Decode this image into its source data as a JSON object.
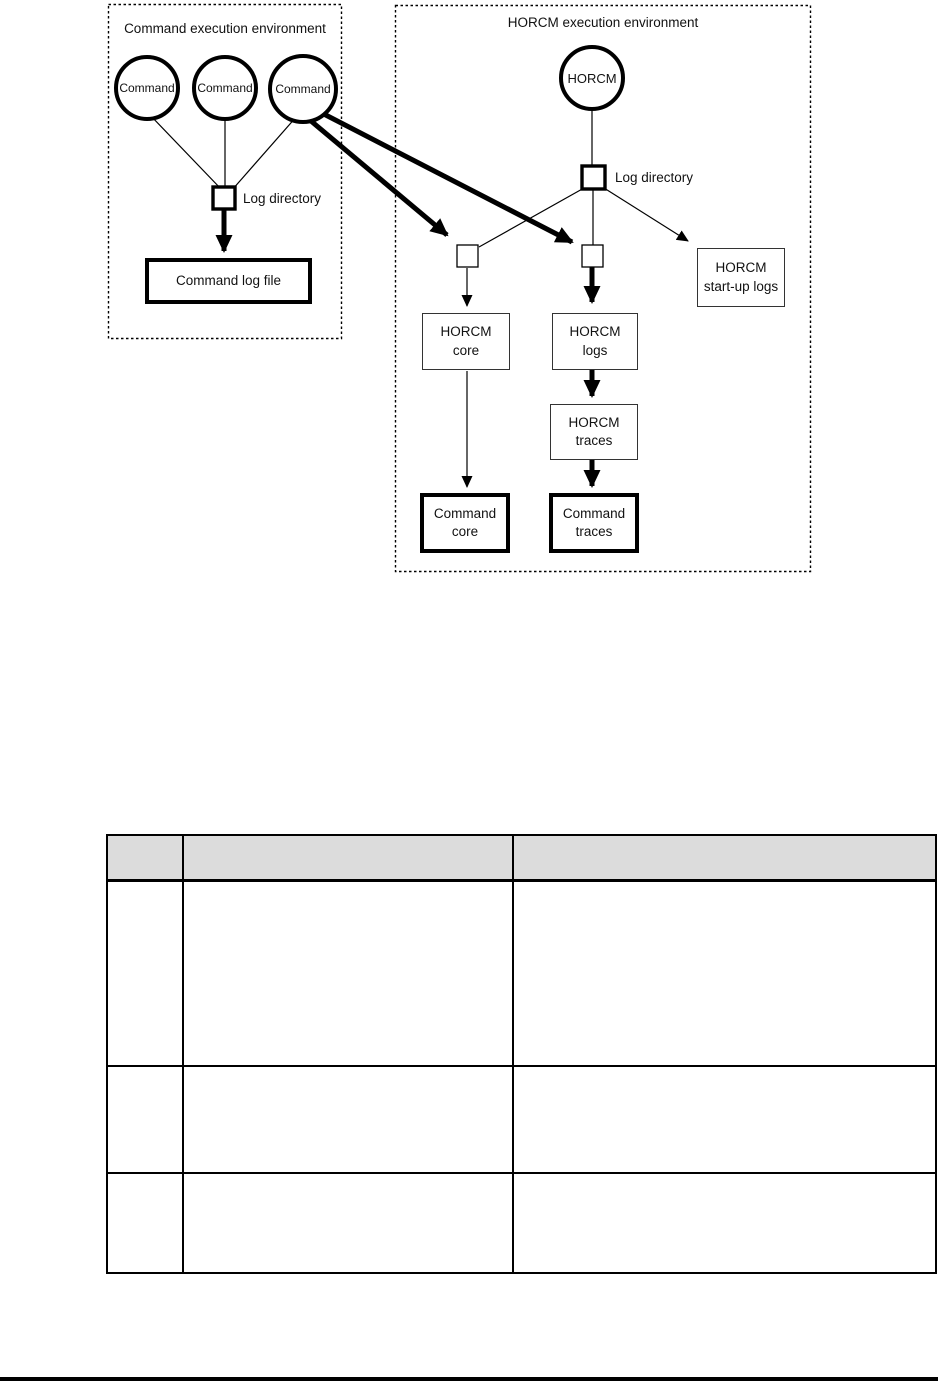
{
  "colors": {
    "table_header_bg": "#dcdcdc",
    "line_color": "#000000"
  },
  "diagram": {
    "left_env": {
      "title": "Command execution environment",
      "circles": [
        "Command",
        "Command",
        "Command"
      ],
      "log_directory_label": "Log directory",
      "command_log_file_label": "Command log file"
    },
    "right_env": {
      "title": "HORCM execution environment",
      "circle_label": "HORCM",
      "log_directory_label": "Log directory",
      "horcm_startup_logs": {
        "line1": "HORCM",
        "line2": "start-up logs"
      },
      "horcm_core": {
        "line1": "HORCM",
        "line2": "core"
      },
      "horcm_logs": {
        "line1": "HORCM",
        "line2": "logs"
      },
      "horcm_traces": {
        "line1": "HORCM",
        "line2": "traces"
      },
      "command_core": {
        "line1": "Command",
        "line2": "core"
      },
      "command_traces": {
        "line1": "Command",
        "line2": "traces"
      }
    }
  },
  "table": {
    "header": [
      "",
      "",
      ""
    ],
    "rows": [
      [
        "",
        "",
        ""
      ],
      [
        "",
        "",
        ""
      ],
      [
        "",
        "",
        ""
      ]
    ]
  }
}
